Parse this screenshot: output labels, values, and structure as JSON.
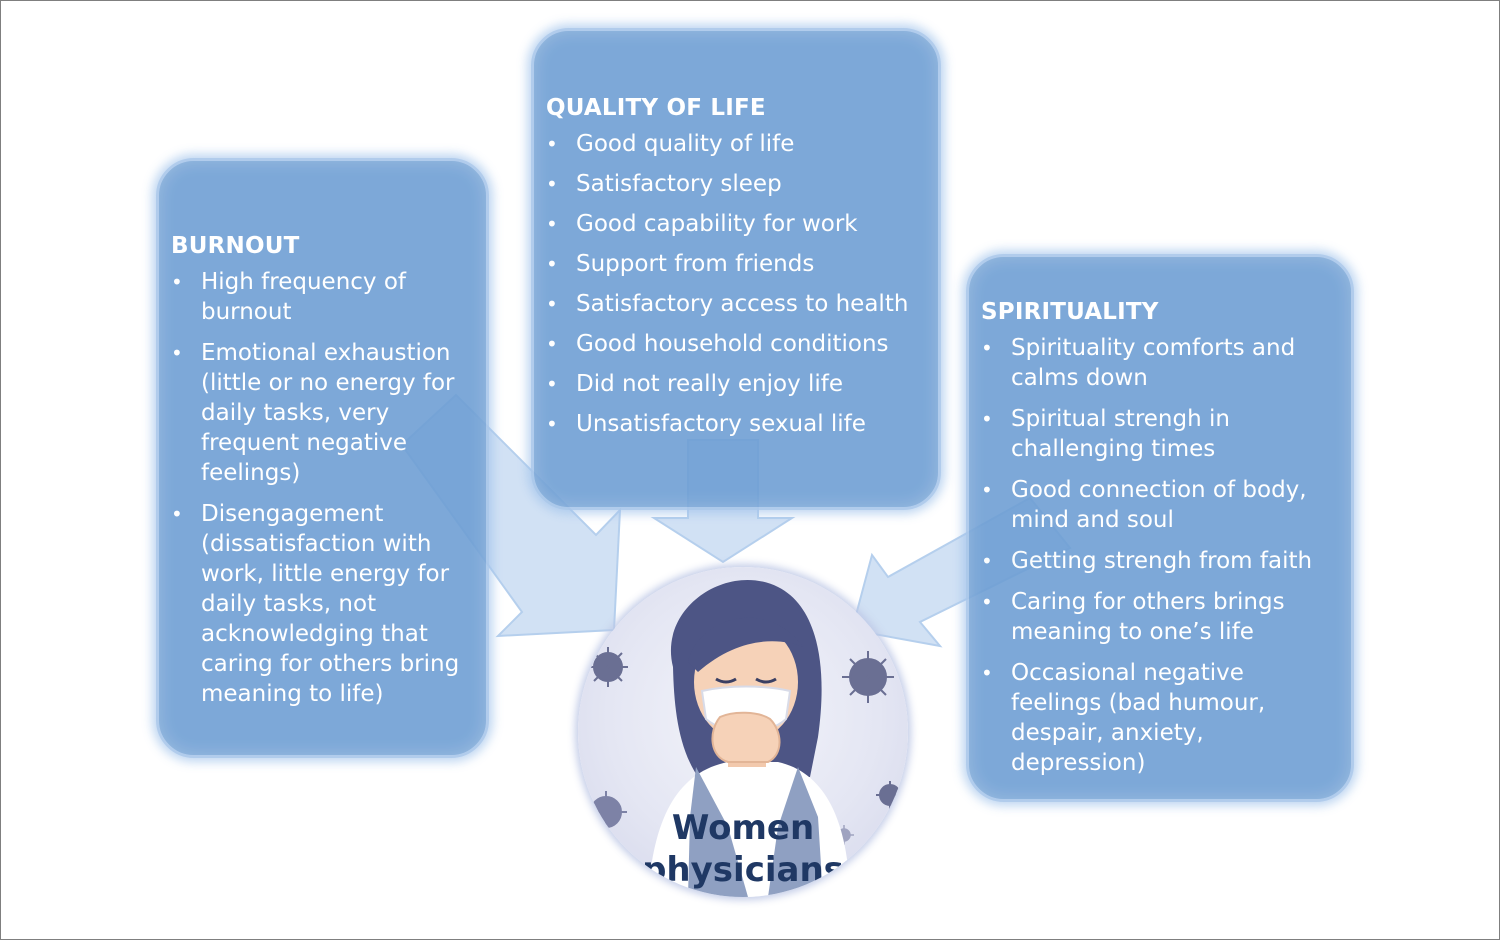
{
  "burnout": {
    "title": "BURNOUT",
    "items": [
      "High frequency of burnout",
      "Emotional exhaustion (little or no energy for daily tasks, very frequent negative feelings)",
      "Disengagement (dissatisfaction with work, little energy for daily tasks, not acknowledging that caring for others bring meaning to life)"
    ]
  },
  "quality_of_life": {
    "title": "QUALITY OF LIFE",
    "items": [
      "Good quality of life",
      "Satisfactory sleep",
      "Good capability for work",
      "Support from friends",
      "Satisfactory access to health",
      "Good household conditions",
      "Did not really enjoy life",
      "Unsatisfactory sexual life"
    ]
  },
  "spirituality": {
    "title": "SPIRITUALITY",
    "items": [
      "Spirituality comforts and calms down",
      "Spiritual strengh in challenging times",
      "Good connection of body, mind and soul",
      "Getting strengh from faith",
      "Caring for others brings meaning to one’s life",
      "Occasional negative feelings (bad humour, despair, anxiety, depression)"
    ]
  },
  "center": {
    "label": "Women physicians",
    "illustration": "masked-woman-with-virus-particles"
  },
  "colors": {
    "box_fill": "#6f9fd4",
    "box_border": "#a9c7ea",
    "arrow_fill": "#c9dcf3",
    "center_text": "#1f3864"
  }
}
